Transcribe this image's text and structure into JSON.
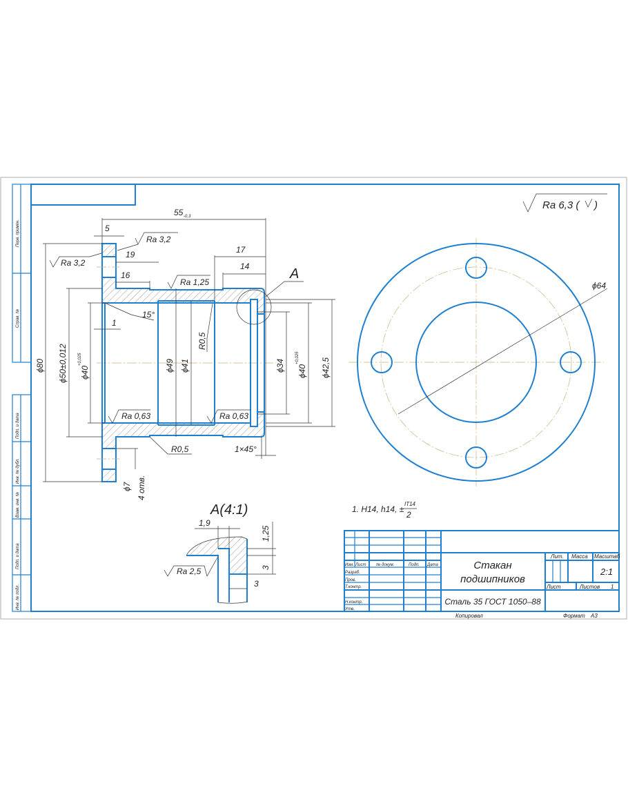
{
  "sheet": {
    "roughness_general": "Ra 6,3 (",
    "roughness_general_tail": ")",
    "side_stamps": [
      "Перв. примен.",
      "Справ. №",
      "Подп. и дата",
      "Инв. № дубл.",
      "Взам. инв. №",
      "Подп. и дата",
      "Инв. № подл."
    ]
  },
  "main_view": {
    "dims": {
      "length": "55",
      "length_tol": "-0,3",
      "flange": "5",
      "d19": "19",
      "d16": "16",
      "d17": "17",
      "d14": "14",
      "angle": "15°",
      "one": "1",
      "d80": "ϕ80",
      "d50": "ϕ50±0,012",
      "d40": "ϕ40",
      "d40_tol": "+0,025",
      "d49": "ϕ49",
      "d41": "ϕ41",
      "r05_top": "R0,5",
      "r05_bottom": "R0,5",
      "d34": "ϕ34",
      "d40b": "ϕ40",
      "d40b_tol": "+0,025",
      "d425": "ϕ42,5",
      "chamfer": "1×45°",
      "hole": "ϕ7",
      "hole_count": "4 отв."
    },
    "roughness": [
      "Ra 3,2",
      "Ra 3,2",
      "Ra 1,25",
      "Ra 0,63",
      "Ra 0,63"
    ],
    "detail_ref": "A"
  },
  "side_view": {
    "dim": "ϕ64"
  },
  "detail": {
    "title": "A(4:1)",
    "d19": "1,9",
    "d125": "1,25",
    "d3v": "3",
    "d3h": "3",
    "roughness": "Ra 2,5"
  },
  "notes": {
    "text": "1. H14, h14, ±",
    "num": "IT14",
    "den": "2"
  },
  "title_block": {
    "headers": [
      "Изм.",
      "Лист",
      "№ докум.",
      "Подп.",
      "Дата"
    ],
    "roles": [
      "Разраб.",
      "Пров.",
      "Т.контр.",
      "",
      "Н.контр.",
      "Утв."
    ],
    "title_line1": "Стакан",
    "title_line2": "подшипников",
    "material": "Сталь 35 ГОСТ 1050–88",
    "lit": "Лит.",
    "mass": "Масса",
    "scale_label": "Масштаб",
    "scale": "2:1",
    "sheet_label": "Лист",
    "sheets_label": "Листов",
    "sheets": "1",
    "copied": "Копировал",
    "format_label": "Формат",
    "format": "А3"
  }
}
